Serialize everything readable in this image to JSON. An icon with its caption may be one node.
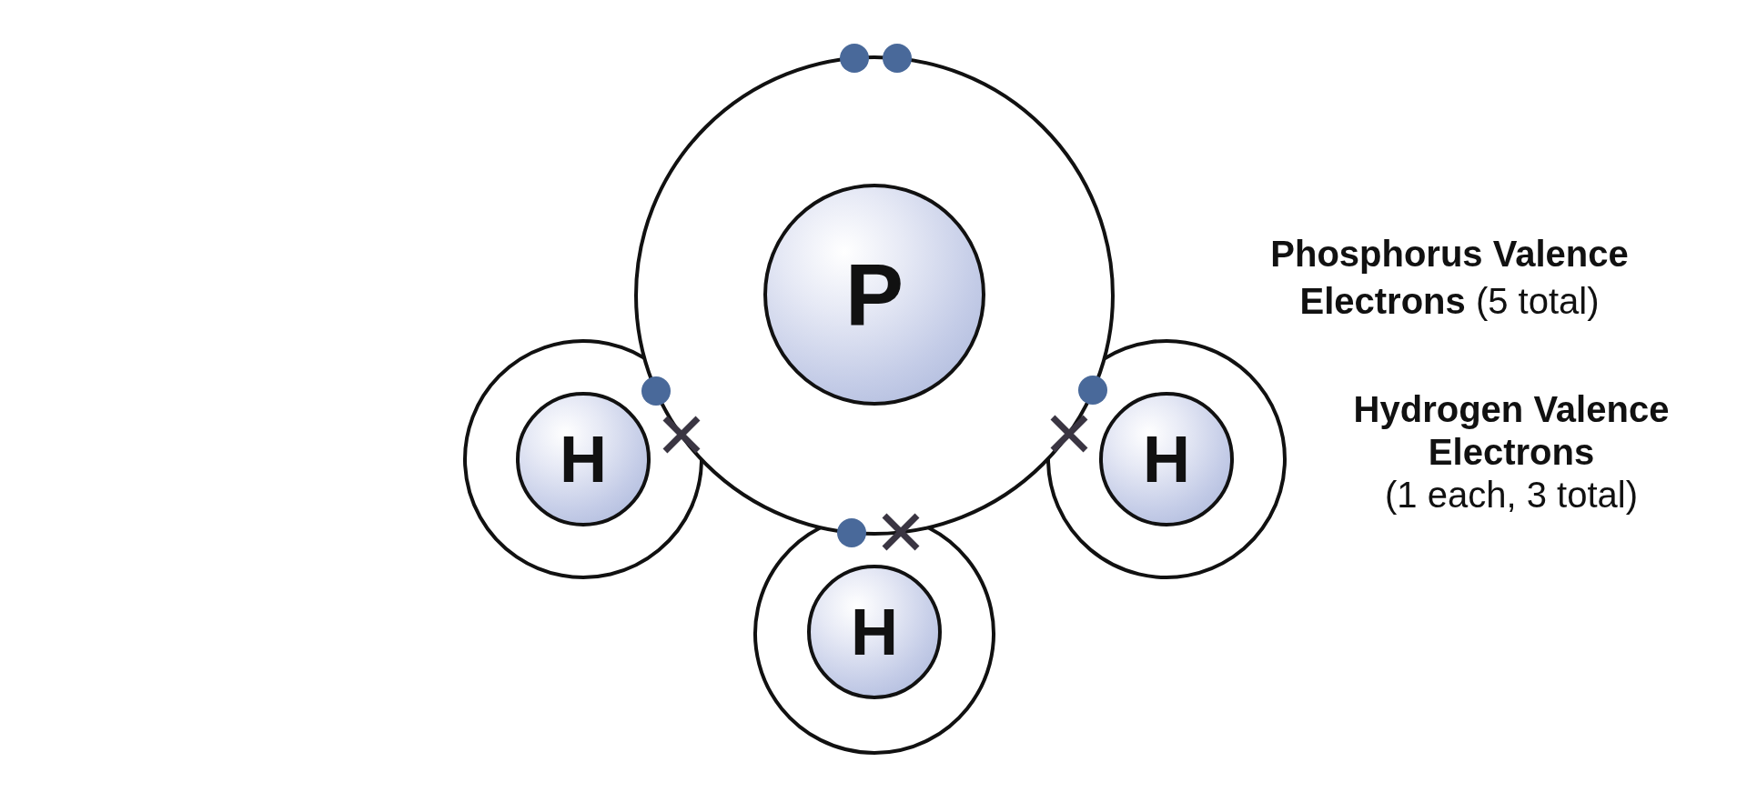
{
  "diagram": {
    "nodes": [
      {
        "text": [],
        "shape": "circle"
      },
      {
        "text": [
          "P"
        ],
        "in": 0
      },
      {
        "text": [],
        "shape": "circle"
      },
      {
        "text": [
          "H"
        ],
        "in": 2
      },
      {
        "text": [],
        "shape": "circle"
      },
      {
        "text": [
          "H"
        ],
        "in": 4
      },
      {
        "text": [],
        "shape": "circle"
      },
      {
        "text": [
          "H"
        ],
        "in": 6
      }
    ],
    "labels": [
      "**Phosphorus Valence Electrons** (5 total)",
      "**Hydrogen Valence Electrons** (1 each, 3 total)"
    ]
  }
}
